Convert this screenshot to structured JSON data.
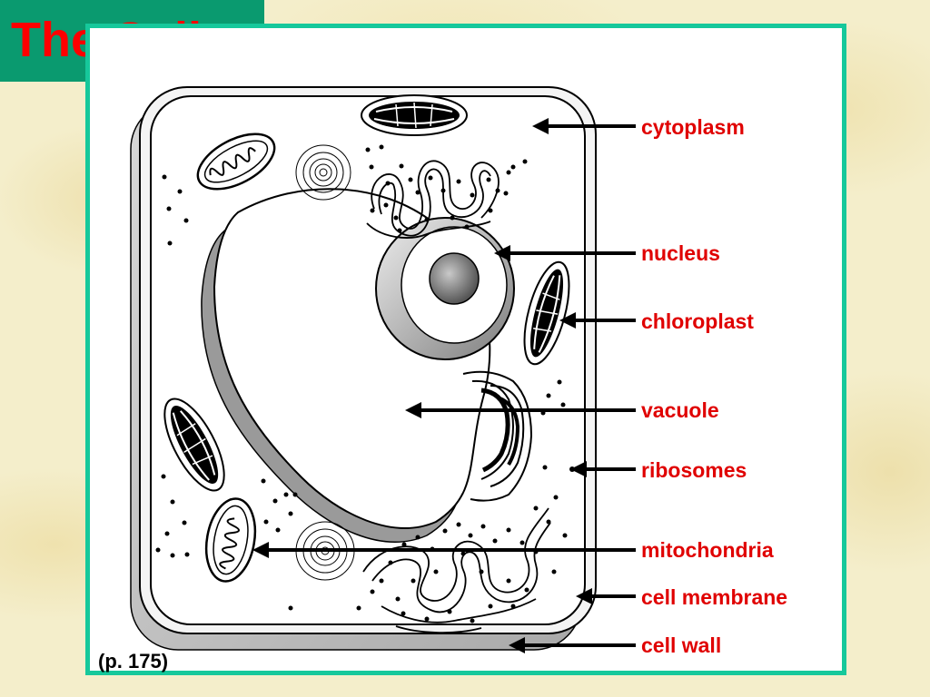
{
  "title": "The Cell",
  "caption": "(p. 175)",
  "colors": {
    "title_bg": "#0a9a6f",
    "title_text": "#ff0000",
    "frame_border": "#16c89b",
    "label_text": "#e00000"
  },
  "labels": {
    "cytoplasm": "cytoplasm",
    "nucleus": "nucleus",
    "chloroplast": "chloroplast",
    "vacuole": "vacuole",
    "ribosomes": "ribosomes",
    "mitochondria": "mitochondria",
    "cell_membrane": "cell membrane",
    "cell_wall": "cell wall"
  }
}
